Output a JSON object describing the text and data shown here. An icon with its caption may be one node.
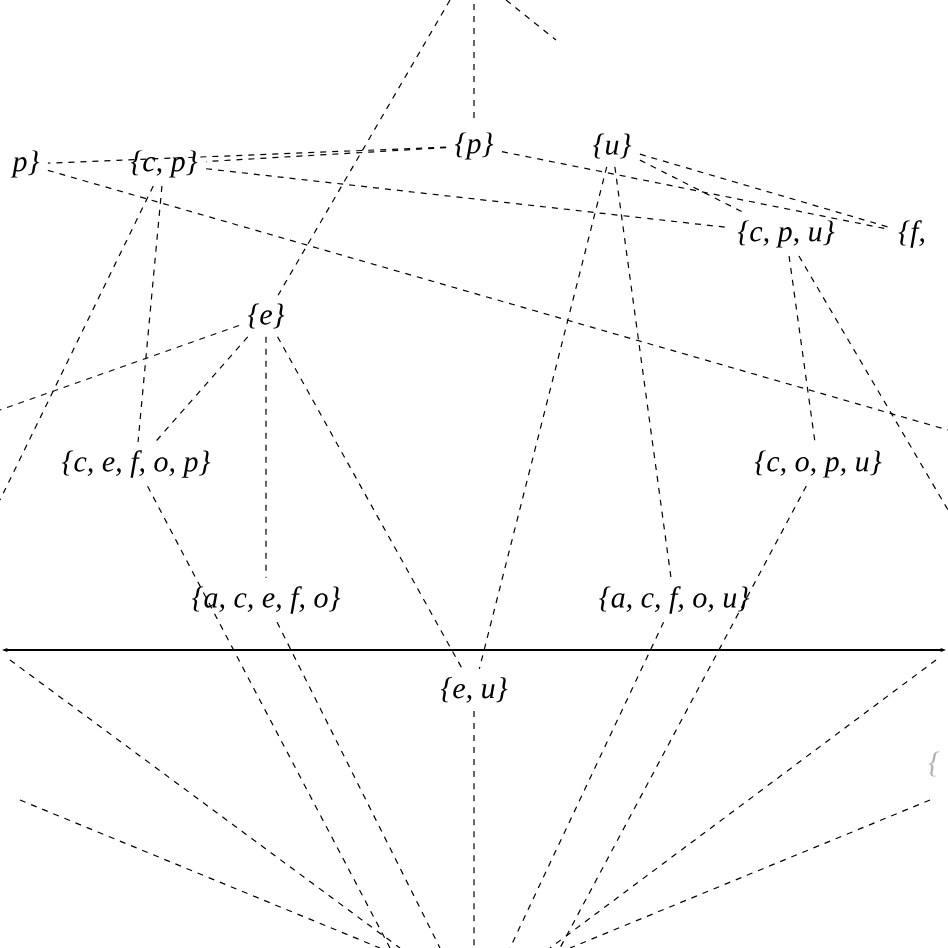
{
  "diagram": {
    "nodes": [
      {
        "text": [
          "{p}"
        ]
      },
      {
        "text": [
          "{u}"
        ]
      },
      {
        "text": [
          "p}"
        ]
      },
      {
        "text": [
          "{c, p}"
        ]
      },
      {
        "text": [
          "{c, p, u}"
        ]
      },
      {
        "text": [
          "{f,"
        ]
      },
      {
        "text": [
          "{e}"
        ]
      },
      {
        "text": [
          "{c, e, f, o, p}"
        ]
      },
      {
        "text": [
          "{c, o, p, u}"
        ]
      },
      {
        "text": [
          "{a, c, e, f, o}"
        ]
      },
      {
        "text": [
          "{a, c, f, o, u}"
        ]
      },
      {
        "text": [
          "{e, u}"
        ]
      }
    ],
    "edges": [
      {
        "from": null,
        "to": 6,
        "arrow": "none"
      },
      {
        "from": null,
        "to": 0,
        "arrow": "none"
      },
      {
        "from": 0,
        "to": 2,
        "arrow": "none"
      },
      {
        "from": 0,
        "to": 3,
        "arrow": "none"
      },
      {
        "from": 0,
        "to": 5,
        "arrow": "none"
      },
      {
        "from": 1,
        "to": 5,
        "arrow": "none"
      },
      {
        "from": 1,
        "to": 4,
        "arrow": "none"
      },
      {
        "from": 1,
        "to": 11,
        "arrow": "none"
      },
      {
        "from": 1,
        "to": 10,
        "arrow": "none"
      },
      {
        "from": 2,
        "to": null,
        "arrow": "none"
      },
      {
        "from": 3,
        "to": 4,
        "arrow": "none"
      },
      {
        "from": 3,
        "to": null,
        "arrow": "none"
      },
      {
        "from": 3,
        "to": 7,
        "arrow": "none"
      },
      {
        "from": 6,
        "to": null,
        "arrow": "none"
      },
      {
        "from": 6,
        "to": 7,
        "arrow": "none"
      },
      {
        "from": 6,
        "to": 9,
        "arrow": "none"
      },
      {
        "from": 6,
        "to": 11,
        "arrow": "none"
      },
      {
        "from": 4,
        "to": 8,
        "arrow": "none"
      },
      {
        "from": 4,
        "to": null,
        "arrow": "none"
      },
      {
        "from": 7,
        "to": null,
        "arrow": "none"
      },
      {
        "from": 8,
        "to": null,
        "arrow": "none"
      },
      {
        "from": 9,
        "to": null,
        "arrow": "none"
      },
      {
        "from": 10,
        "to": null,
        "arrow": "none"
      },
      {
        "from": 11,
        "to": null,
        "arrow": "none"
      }
    ],
    "labels": [
      "{"
    ]
  }
}
